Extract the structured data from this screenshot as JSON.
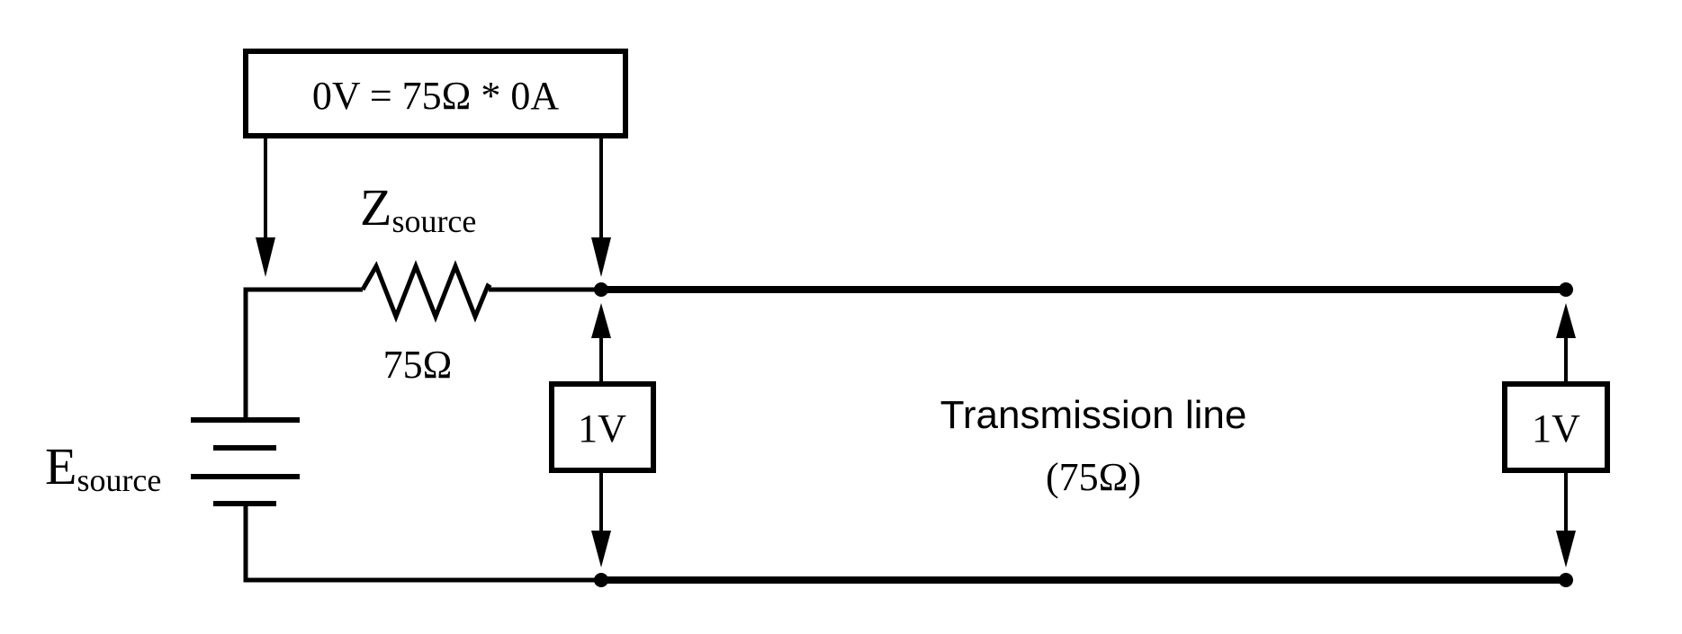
{
  "colors": {
    "ink": "#000000",
    "background": "#ffffff"
  },
  "source_meter": {
    "equation": "0V = 75Ω * 0A"
  },
  "source_impedance": {
    "symbol_main": "Z",
    "symbol_sub": "source",
    "value": "75Ω"
  },
  "battery": {
    "symbol_main": "E",
    "symbol_sub": "source"
  },
  "line_start_meter": {
    "reading": "1V"
  },
  "line_end_meter": {
    "reading": "1V"
  },
  "transmission_line": {
    "title": "Transmission line",
    "impedance": "(75Ω)"
  }
}
